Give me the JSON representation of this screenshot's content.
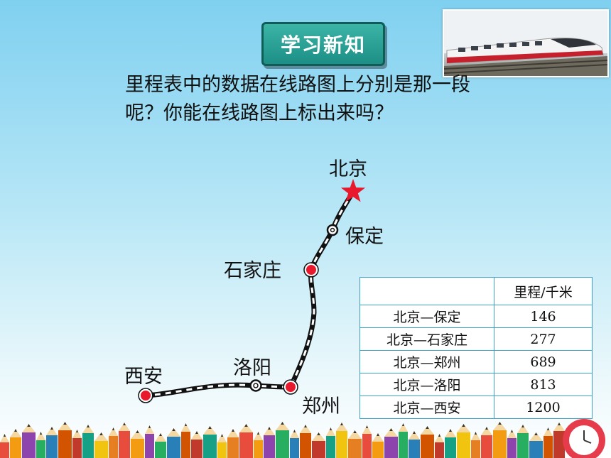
{
  "header": {
    "badge_label": "学习新知"
  },
  "question": {
    "line1": "里程表中的数据在线路图上分别是那一段",
    "line2": "呢？你能在线路图上标出来吗？"
  },
  "cities": {
    "beijing": "北京",
    "baoding": "保定",
    "shijiazhuang": "石家庄",
    "zhengzhou": "郑州",
    "luoyang": "洛阳",
    "xian": "西安"
  },
  "table": {
    "headers": [
      "",
      "里程/千米"
    ],
    "rows": [
      {
        "route": "北京—保定",
        "km": "146"
      },
      {
        "route": "北京—石家庄",
        "km": "277"
      },
      {
        "route": "北京—郑州",
        "km": "689"
      },
      {
        "route": "北京—洛阳",
        "km": "813"
      },
      {
        "route": "北京—西安",
        "km": "1200"
      }
    ]
  },
  "colors": {
    "accent": "#1d8f86",
    "station_red": "#e8192c",
    "table_border": "#3aa3c7"
  },
  "icons": {
    "capital": "star-icon",
    "major_station": "red-dot-icon",
    "minor_station": "ring-icon"
  }
}
